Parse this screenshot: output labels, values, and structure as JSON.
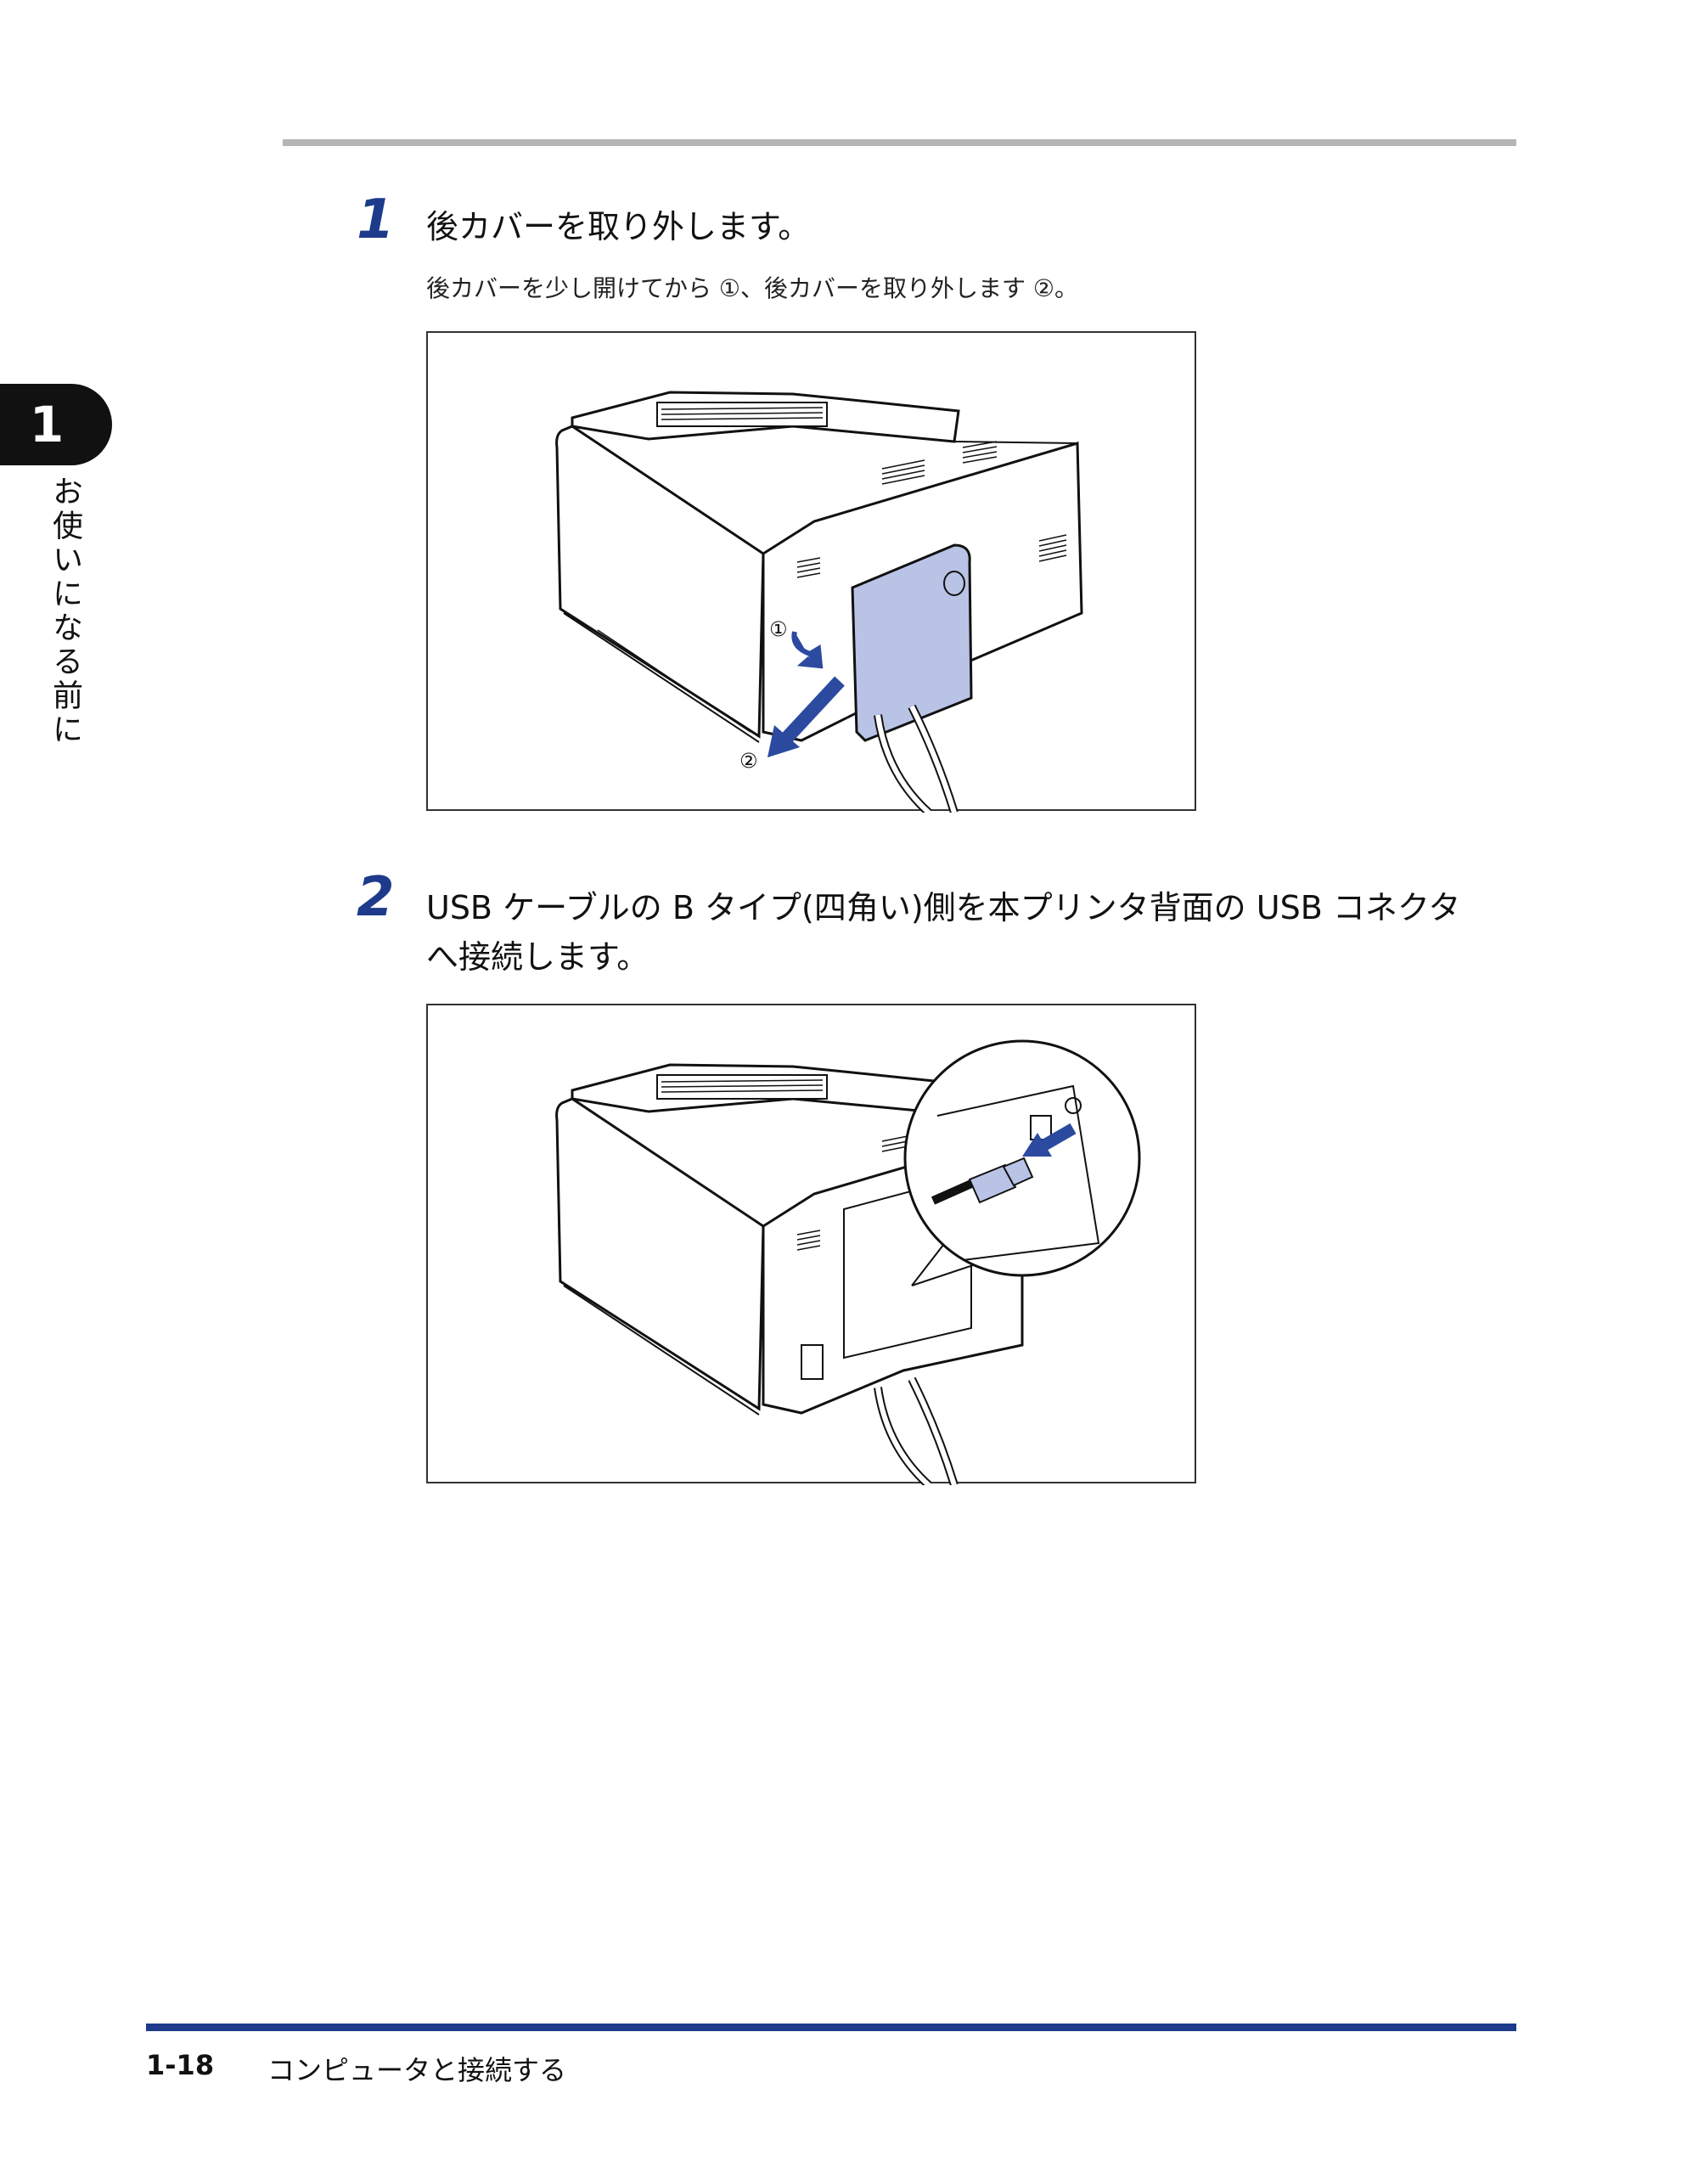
{
  "chapter": {
    "number": "1",
    "label": "お使いになる前に"
  },
  "steps": [
    {
      "number": "1",
      "title": "後カバーを取り外します。",
      "description": "後カバーを少し開けてから ①、後カバーを取り外します ②。",
      "callouts": [
        "①",
        "②"
      ]
    },
    {
      "number": "2",
      "title_line1": "USB ケーブルの B タイプ(四角い)側を本プリンタ背面の USB コネクタ",
      "title_line2": "へ接続します。"
    }
  ],
  "footer": {
    "page_number": "1-18",
    "title": "コンピュータと接続する"
  },
  "colors": {
    "accent": "#1d3b8a",
    "cover_highlight": "#b9c3e6",
    "arrow": "#2b4aa0",
    "rule_gray": "#b5b5b5"
  }
}
